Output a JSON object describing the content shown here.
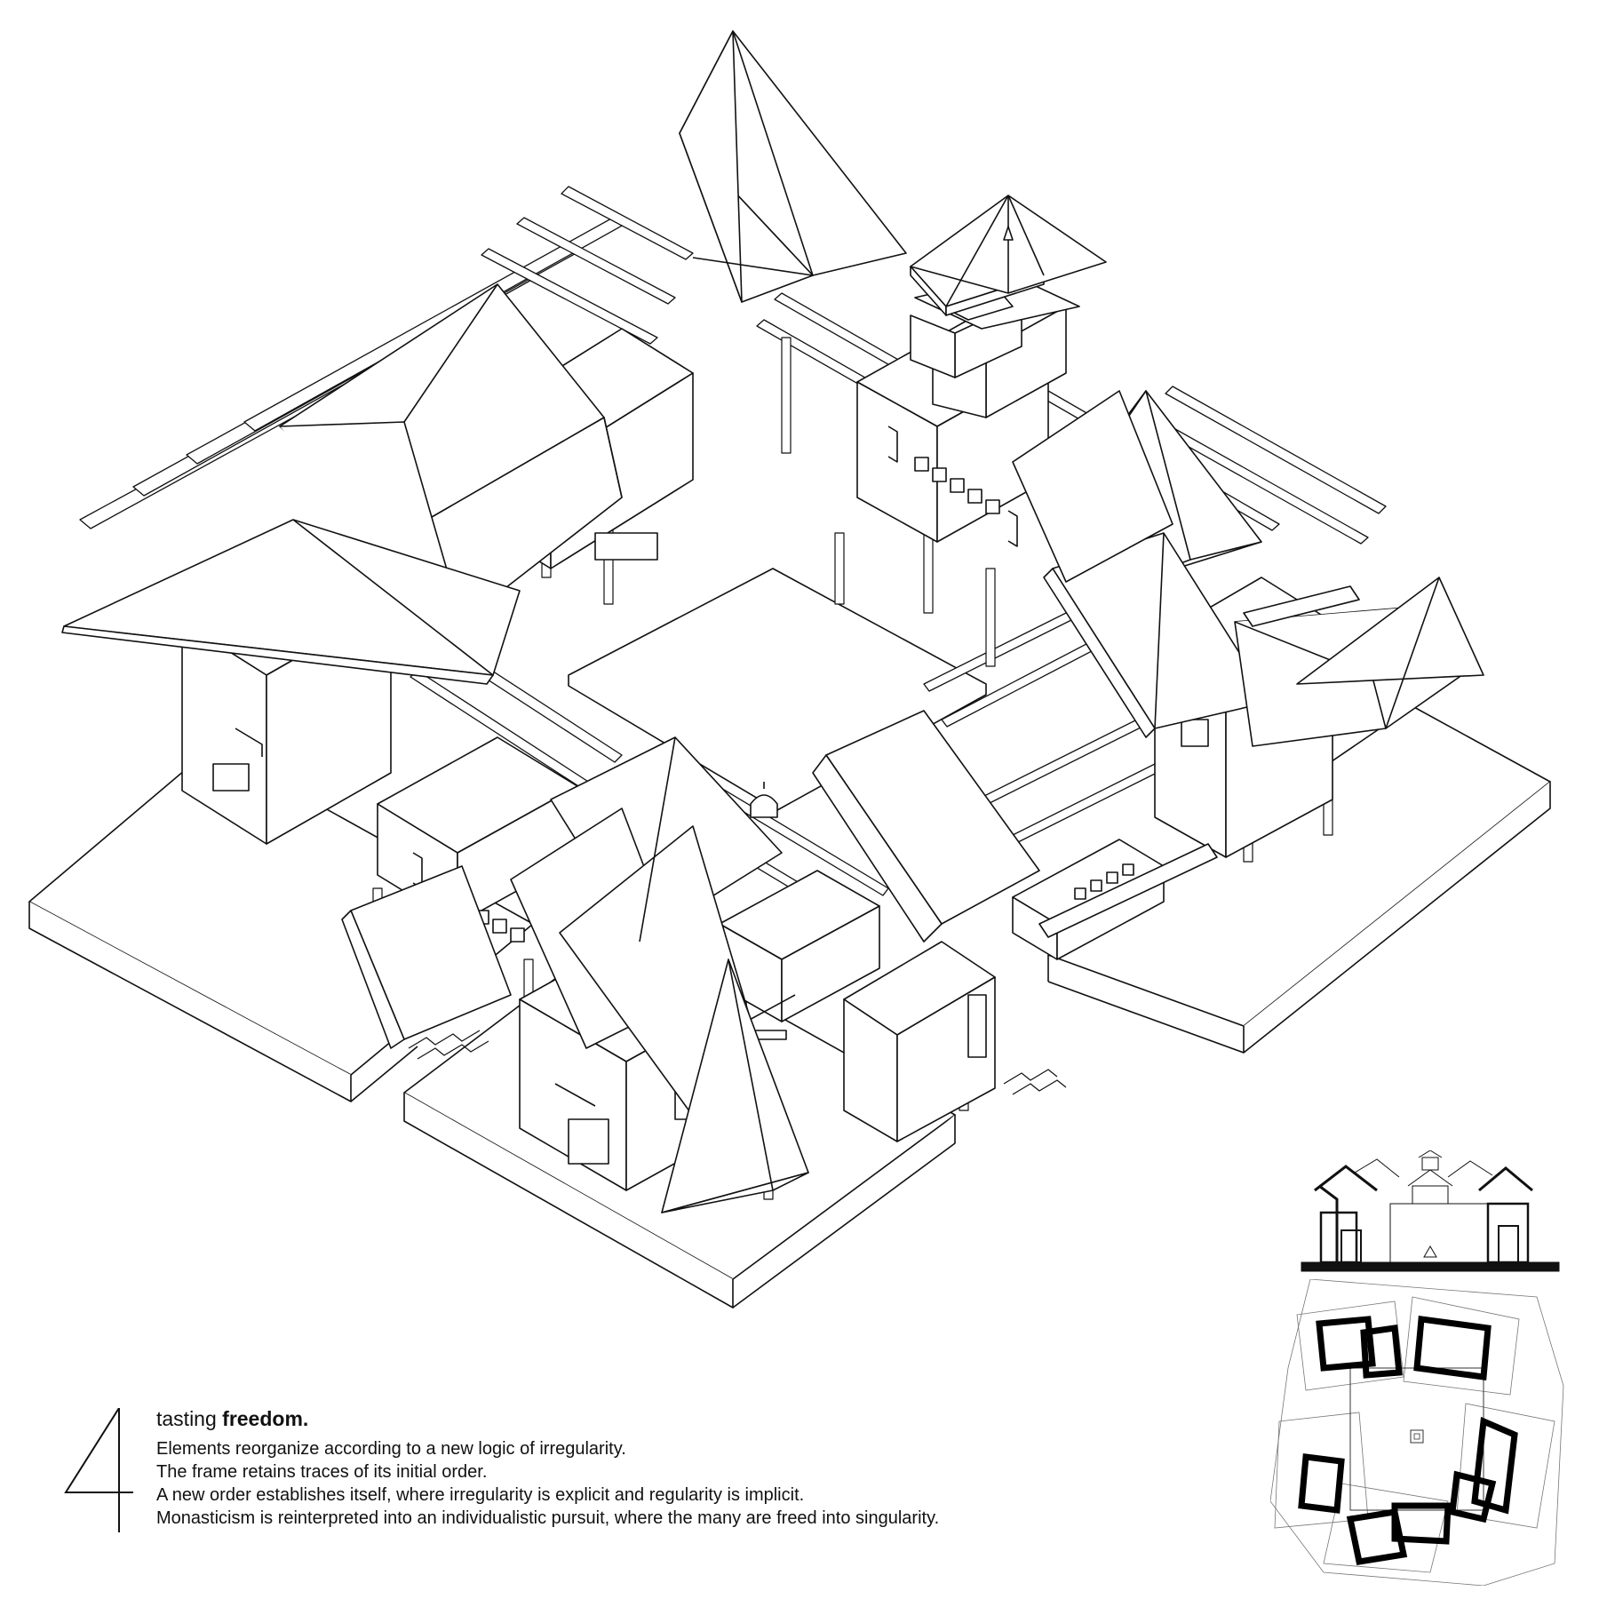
{
  "caption": {
    "stage_number": "4",
    "title_light": "tasting",
    "title_bold": "freedom.",
    "lines": [
      "Elements reorganize according to a new logic of irregularity.",
      "The frame retains traces of its initial order.",
      "A new order establishes itself, where irregularity is explicit and regularity is implicit.",
      "Monasticism is reinterpreted into an individualistic pursuit, where the many are freed into singularity."
    ]
  },
  "colors": {
    "ink": "#111111",
    "paper": "#ffffff",
    "wall_fill": "#000000"
  }
}
